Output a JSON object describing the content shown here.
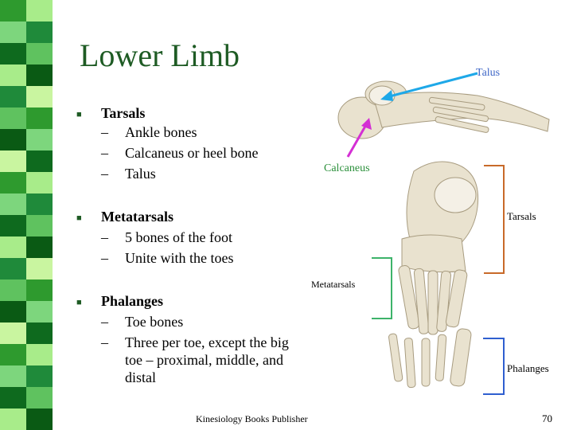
{
  "slide": {
    "title": "Lower Limb",
    "bullets": [
      {
        "heading": "Tarsals",
        "items": [
          "Ankle bones",
          "Calcaneus or heel bone",
          "Talus"
        ]
      },
      {
        "heading": "Metatarsals",
        "items": [
          "5 bones of the foot",
          "Unite with the toes"
        ]
      },
      {
        "heading": "Phalanges",
        "items": [
          "Toe bones",
          "Three per toe, except the big",
          "toe – proximal, middle, and",
          "distal"
        ]
      }
    ],
    "dash": "–",
    "footer": "Kinesiology Books Publisher",
    "page_number": "70"
  },
  "figure": {
    "labels": {
      "talus": "Talus",
      "calcaneus": "Calcaneus",
      "tarsals": "Tarsals",
      "metatarsals": "Metatarsals",
      "phalanges": "Phalanges"
    },
    "colors": {
      "talus_label": "#3f67c7",
      "calcaneus_label": "#2a8f3a",
      "talus_arrow": "#1ea8e8",
      "calcaneus_arrow": "#d42fd4",
      "tarsals_bracket": "#c86a2a",
      "metatarsals_bracket": "#3db36a",
      "phalanges_bracket": "#2f5fd0",
      "bone_fill": "#e9e2cf",
      "bone_stroke": "#a89c80"
    }
  },
  "stripe_colors": [
    "#2e9a2e",
    "#7dd67d",
    "#0e6a1e",
    "#a8ec8a",
    "#1f8a3a",
    "#5fc25f",
    "#0a5a14",
    "#c9f5a0"
  ]
}
